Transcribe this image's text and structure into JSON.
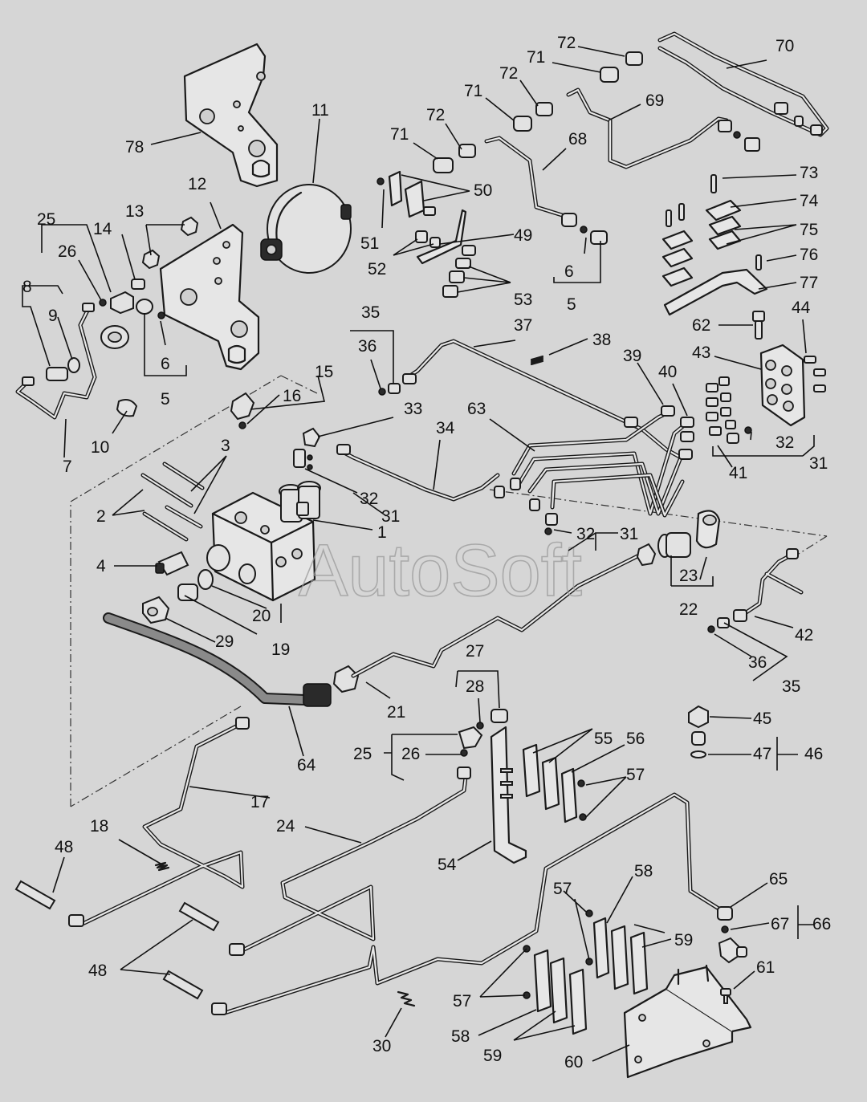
{
  "watermark": "AutoSoft",
  "callouts": [
    {
      "id": "c70",
      "text": "70"
    },
    {
      "id": "c72a",
      "text": "72"
    },
    {
      "id": "c71a",
      "text": "71"
    },
    {
      "id": "c72b",
      "text": "72"
    },
    {
      "id": "c69",
      "text": "69"
    },
    {
      "id": "c71b",
      "text": "71"
    },
    {
      "id": "c72c",
      "text": "72"
    },
    {
      "id": "c71c",
      "text": "71"
    },
    {
      "id": "c68",
      "text": "68"
    },
    {
      "id": "c11",
      "text": "11"
    },
    {
      "id": "c78",
      "text": "78"
    },
    {
      "id": "c12",
      "text": "12"
    },
    {
      "id": "c50",
      "text": "50"
    },
    {
      "id": "c73",
      "text": "73"
    },
    {
      "id": "c74",
      "text": "74"
    },
    {
      "id": "c75",
      "text": "75"
    },
    {
      "id": "c76",
      "text": "76"
    },
    {
      "id": "c77",
      "text": "77"
    },
    {
      "id": "c25a",
      "text": "25"
    },
    {
      "id": "c13",
      "text": "13"
    },
    {
      "id": "c14",
      "text": "14"
    },
    {
      "id": "c26a",
      "text": "26"
    },
    {
      "id": "c51",
      "text": "51"
    },
    {
      "id": "c49",
      "text": "49"
    },
    {
      "id": "c52",
      "text": "52"
    },
    {
      "id": "c6a",
      "text": "6"
    },
    {
      "id": "c53",
      "text": "53"
    },
    {
      "id": "c5a",
      "text": "5"
    },
    {
      "id": "c8",
      "text": "8"
    },
    {
      "id": "c9",
      "text": "9"
    },
    {
      "id": "c6b",
      "text": "6"
    },
    {
      "id": "c5b",
      "text": "5"
    },
    {
      "id": "c35a",
      "text": "35"
    },
    {
      "id": "c36a",
      "text": "36"
    },
    {
      "id": "c37",
      "text": "37"
    },
    {
      "id": "c38",
      "text": "38"
    },
    {
      "id": "c39",
      "text": "39"
    },
    {
      "id": "c40",
      "text": "40"
    },
    {
      "id": "c62",
      "text": "62"
    },
    {
      "id": "c44",
      "text": "44"
    },
    {
      "id": "c43",
      "text": "43"
    },
    {
      "id": "c15",
      "text": "15"
    },
    {
      "id": "c16",
      "text": "16"
    },
    {
      "id": "c33",
      "text": "33"
    },
    {
      "id": "c63",
      "text": "63"
    },
    {
      "id": "c34",
      "text": "34"
    },
    {
      "id": "c7",
      "text": "7"
    },
    {
      "id": "c10",
      "text": "10"
    },
    {
      "id": "c3",
      "text": "3"
    },
    {
      "id": "c32a",
      "text": "32"
    },
    {
      "id": "c41",
      "text": "41"
    },
    {
      "id": "c31a",
      "text": "31"
    },
    {
      "id": "c2",
      "text": "2"
    },
    {
      "id": "c32b",
      "text": "32"
    },
    {
      "id": "c31b",
      "text": "31"
    },
    {
      "id": "c1",
      "text": "1"
    },
    {
      "id": "c32c",
      "text": "32"
    },
    {
      "id": "c31c",
      "text": "31"
    },
    {
      "id": "c4",
      "text": "4"
    },
    {
      "id": "c23",
      "text": "23"
    },
    {
      "id": "c22",
      "text": "22"
    },
    {
      "id": "c20",
      "text": "20"
    },
    {
      "id": "c42",
      "text": "42"
    },
    {
      "id": "c29",
      "text": "29"
    },
    {
      "id": "c19",
      "text": "19"
    },
    {
      "id": "c36b",
      "text": "36"
    },
    {
      "id": "c35b",
      "text": "35"
    },
    {
      "id": "c27",
      "text": "27"
    },
    {
      "id": "c28",
      "text": "28"
    },
    {
      "id": "c21",
      "text": "21"
    },
    {
      "id": "c45",
      "text": "45"
    },
    {
      "id": "c55",
      "text": "55"
    },
    {
      "id": "c56",
      "text": "56"
    },
    {
      "id": "c25b",
      "text": "25"
    },
    {
      "id": "c26b",
      "text": "26"
    },
    {
      "id": "c47",
      "text": "47"
    },
    {
      "id": "c46",
      "text": "46"
    },
    {
      "id": "c64",
      "text": "64"
    },
    {
      "id": "c57a",
      "text": "57"
    },
    {
      "id": "c17",
      "text": "17"
    },
    {
      "id": "c24",
      "text": "24"
    },
    {
      "id": "c18",
      "text": "18"
    },
    {
      "id": "c54",
      "text": "54"
    },
    {
      "id": "c48a",
      "text": "48"
    },
    {
      "id": "c58a",
      "text": "58"
    },
    {
      "id": "c65",
      "text": "65"
    },
    {
      "id": "c57b",
      "text": "57"
    },
    {
      "id": "c67",
      "text": "67"
    },
    {
      "id": "c66",
      "text": "66"
    },
    {
      "id": "c59a",
      "text": "59"
    },
    {
      "id": "c48b",
      "text": "48"
    },
    {
      "id": "c61",
      "text": "61"
    },
    {
      "id": "c57c",
      "text": "57"
    },
    {
      "id": "c58b",
      "text": "58"
    },
    {
      "id": "c30",
      "text": "30"
    },
    {
      "id": "c59b",
      "text": "59"
    },
    {
      "id": "c60",
      "text": "60"
    }
  ]
}
